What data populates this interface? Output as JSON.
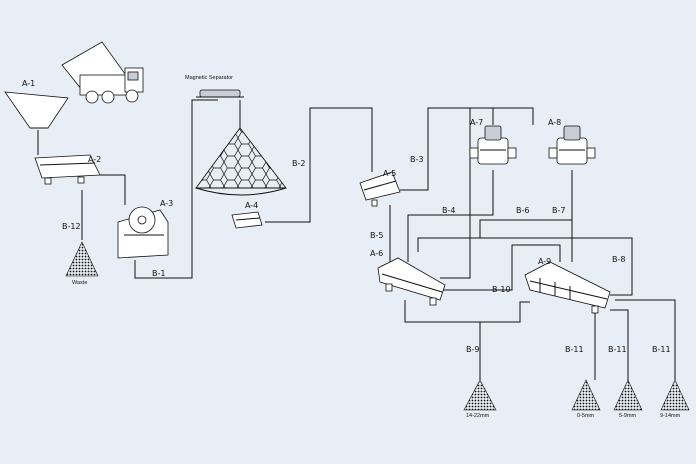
{
  "equipment": {
    "a1": "A-1",
    "a2": "A-2",
    "a3": "A-3",
    "a4": "A-4",
    "a5": "A-5",
    "a6": "A-6",
    "a7": "A-7",
    "a8": "A-8",
    "a9": "A-9"
  },
  "belts": {
    "b1": "B-1",
    "b2": "B-2",
    "b3": "B-3",
    "b4": "B-4",
    "b5": "B-5",
    "b6": "B-6",
    "b7": "B-7",
    "b8": "B-8",
    "b9": "B-9",
    "b10": "B-10",
    "b11a": "B-11",
    "b11b": "B-11",
    "b11c": "B-11",
    "b12": "B-12"
  },
  "labels": {
    "magnetic_separator": "Magnetic Separator",
    "waste": "Waste",
    "pile_14_22": "14-22mm",
    "pile_0_5": "0-5mm",
    "pile_5_9": "5-9mm",
    "pile_9_14": "9-14mm"
  }
}
